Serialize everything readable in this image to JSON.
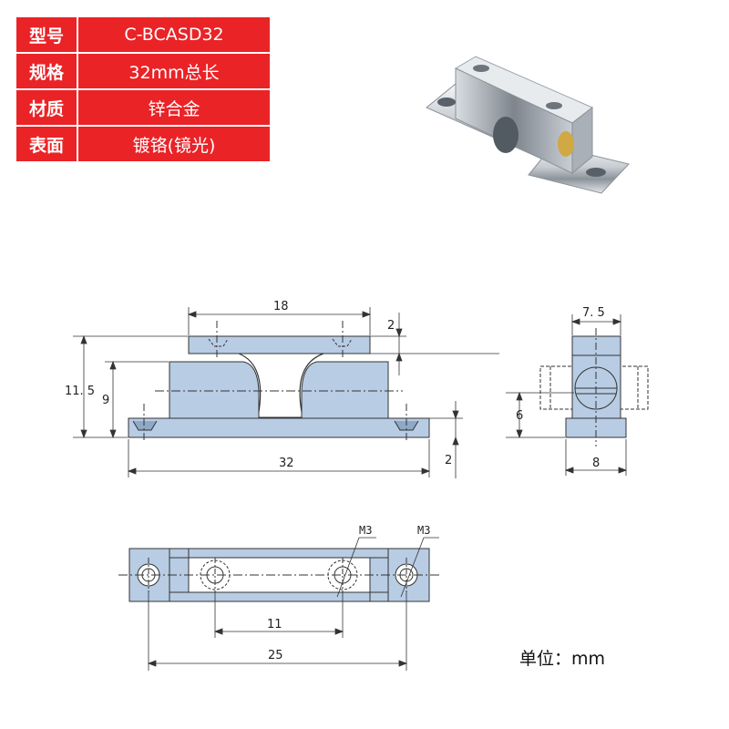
{
  "spec_table": {
    "rows": [
      {
        "key": "型号",
        "value": "C-BCASD32"
      },
      {
        "key": "规格",
        "value": "32mm总长"
      },
      {
        "key": "材质",
        "value": "锌合金"
      },
      {
        "key": "表面",
        "value": "镀铬(镜光)"
      }
    ]
  },
  "front_view": {
    "dim_top_width": "18",
    "dim_top_thickness": "2",
    "dim_total_height": "11. 5",
    "dim_body_height": "9",
    "dim_base_thickness": "2",
    "dim_total_length": "32"
  },
  "side_view": {
    "dim_top_width": "7. 5",
    "dim_height": "6",
    "dim_base_width": "8"
  },
  "top_view": {
    "thread_left": "M3",
    "thread_right": "M3",
    "dim_hole_spacing": "11",
    "dim_mount_spacing": "25"
  },
  "unit_label": "单位：mm",
  "colors": {
    "part_fill": "#b8cce4",
    "table_red": "#ea2327"
  }
}
